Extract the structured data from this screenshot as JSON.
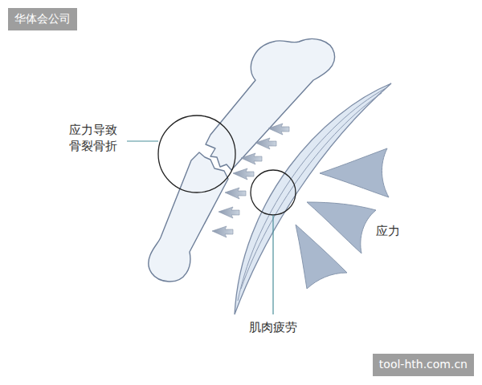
{
  "diagram": {
    "nodes": [
      {
        "text": [
          "华体会公司"
        ]
      },
      {
        "text": [
          "tool-hth.com.cn"
        ]
      }
    ],
    "labels": [
      "应力导致 骨裂骨折",
      "应力",
      "肌肉疲劳"
    ]
  }
}
